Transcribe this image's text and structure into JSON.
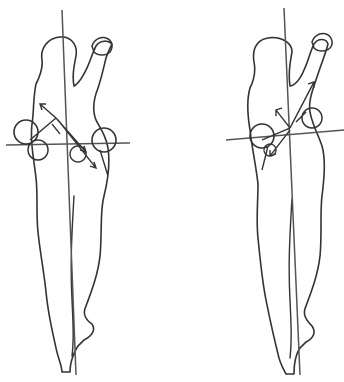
{
  "figure": {
    "panels": [
      {
        "id": "left",
        "figure": "standing-figure-outline-left"
      },
      {
        "id": "right",
        "figure": "standing-figure-outline-right"
      }
    ]
  },
  "colors": {
    "background": "#ffffff",
    "ink": "#333333",
    "axis": "#555555"
  }
}
